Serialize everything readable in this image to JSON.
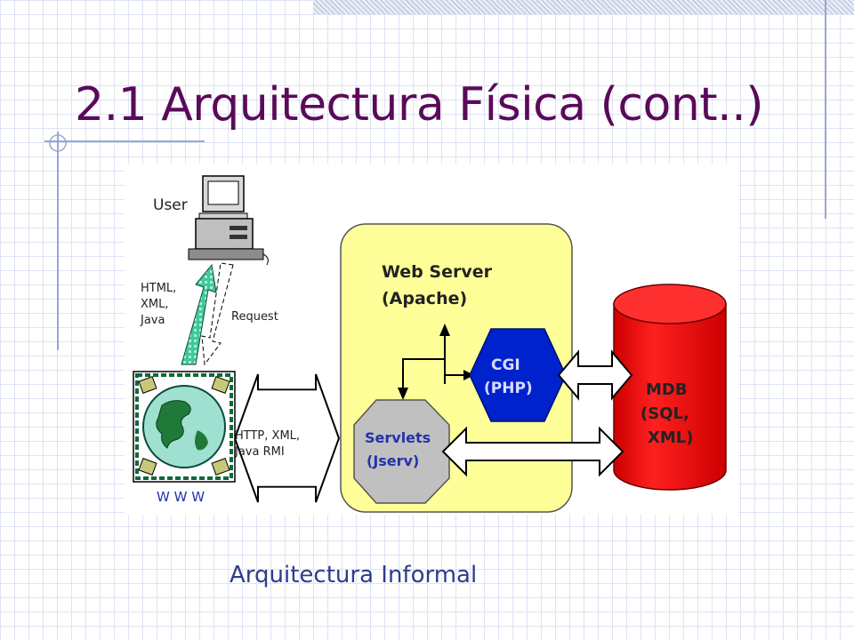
{
  "slide": {
    "title": "2.1 Arquitectura Física (cont..)",
    "caption": "Arquitectura Informal"
  },
  "diagram": {
    "user_label": "User",
    "response_label_lines": [
      "HTML,",
      "XML,",
      "Java"
    ],
    "request_label": "Request",
    "www_label": "W W W",
    "http_label_lines": [
      "HTTP, XML,",
      "Java RMI"
    ],
    "webserver_label_lines": [
      "Web Server",
      "(Apache)"
    ],
    "cgi_label_lines": [
      "CGI",
      "(PHP)"
    ],
    "servlets_label_lines": [
      "Servlets",
      "(Jserv)"
    ],
    "mdb_label_lines": [
      "MDB",
      "(SQL,",
      "XML)"
    ]
  },
  "colors": {
    "title": "#5a0a5a",
    "caption": "#2c3e8c",
    "webserver_box": "#ffff99",
    "cgi_hexagon": "#0022cc",
    "servlets_octagon": "#c0c0c0",
    "mdb_cylinder": "#ff0000",
    "response_arrow": "#33cc99"
  },
  "icons": [
    "computer-icon",
    "globe-icon"
  ]
}
